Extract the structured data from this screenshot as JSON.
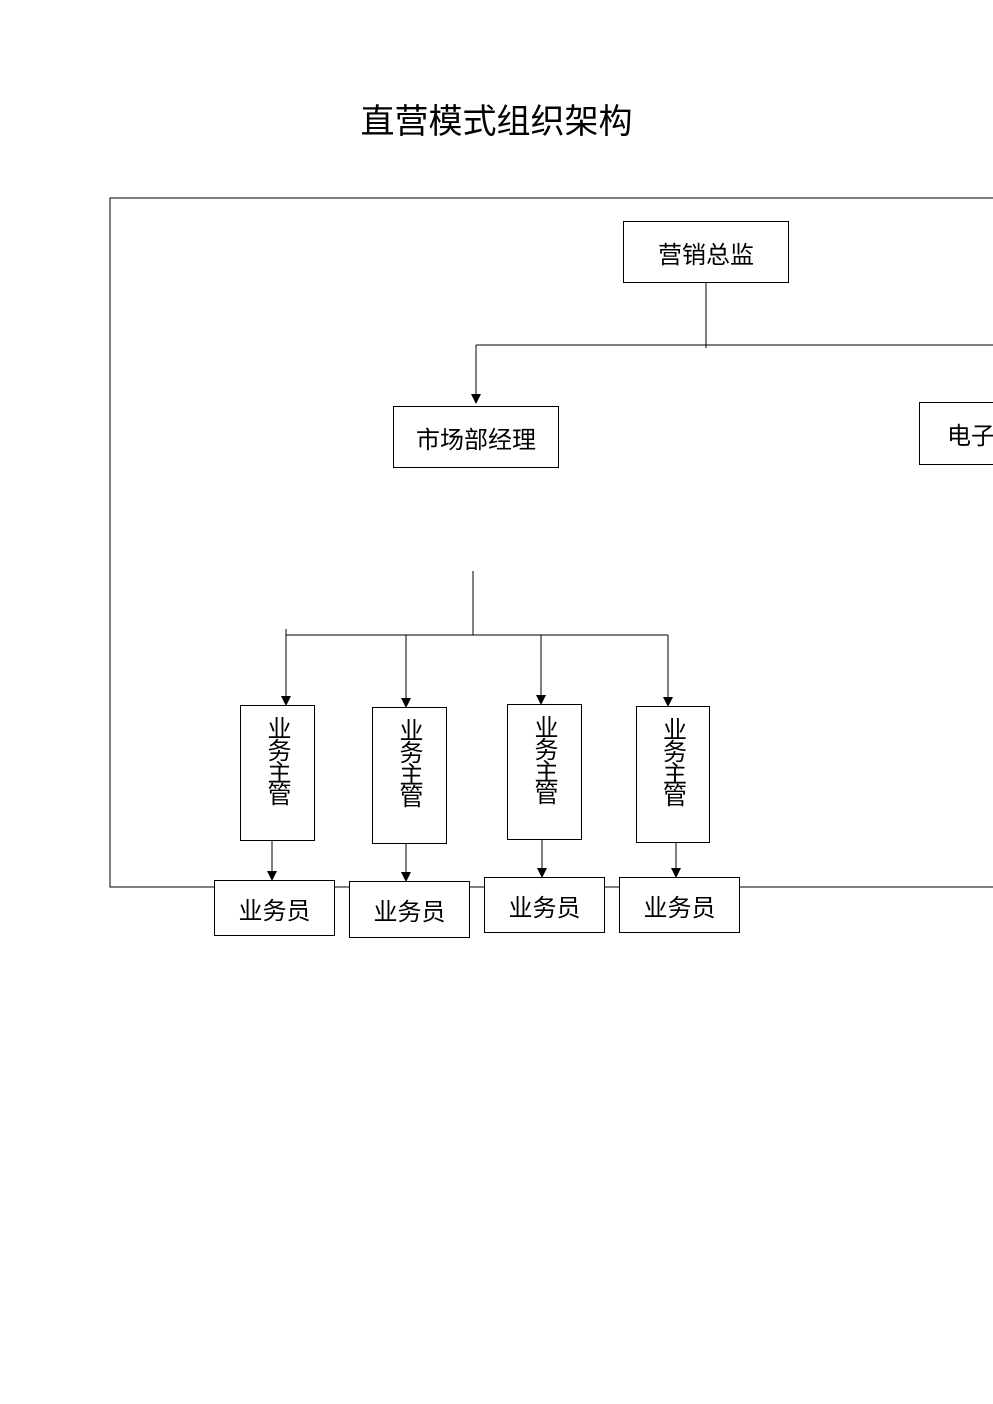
{
  "title": "直营模式组织架构",
  "nodes": {
    "director": "营销总监",
    "market_manager": "市场部经理",
    "ecommerce_manager": "电子",
    "supervisors": [
      "业务主管",
      "业务主管",
      "业务主管",
      "业务主管"
    ],
    "staff": [
      "业务员",
      "业务员",
      "业务员",
      "业务员"
    ]
  },
  "colors": {
    "line": "#000000",
    "background": "#ffffff"
  }
}
